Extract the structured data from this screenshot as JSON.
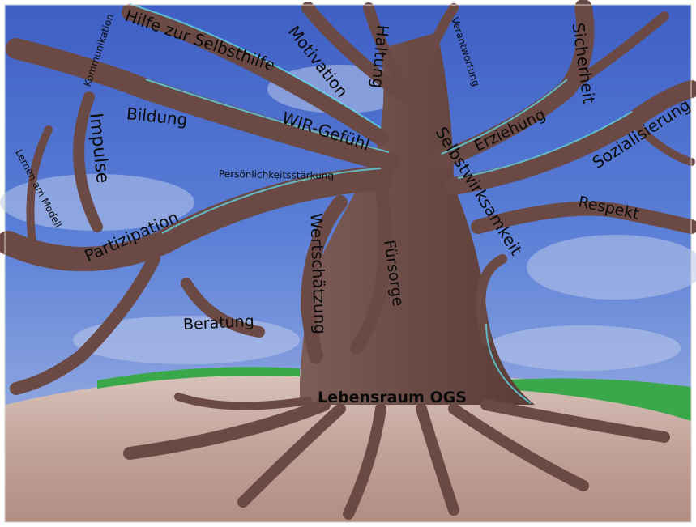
{
  "illustration": {
    "title": "Lebensraum OGS",
    "branch_labels": [
      "Hilfe zur Selbsthilfe",
      "Kommunikation",
      "Motivation",
      "Haltung",
      "Verantwortung",
      "Sicherheit",
      "Bildung",
      "WIR-Gefühl",
      "Impulse",
      "Lernen am Modell",
      "Persönlichkeitsstärkung",
      "Erziehung",
      "Sozialisierung",
      "Selbstwirksamkeit",
      "Respekt",
      "Partizipation",
      "Wertschätzung",
      "Fürsorge",
      "Beratung"
    ],
    "colors": {
      "sky": "#4d6fcf",
      "sky_light": "#9fb4e6",
      "bark": "#6b4a45",
      "bark_highlight": "#9a7a72",
      "branch_glow": "#5fe0f0",
      "grass": "#3aa84a",
      "ground": "#c9aaa0"
    }
  }
}
